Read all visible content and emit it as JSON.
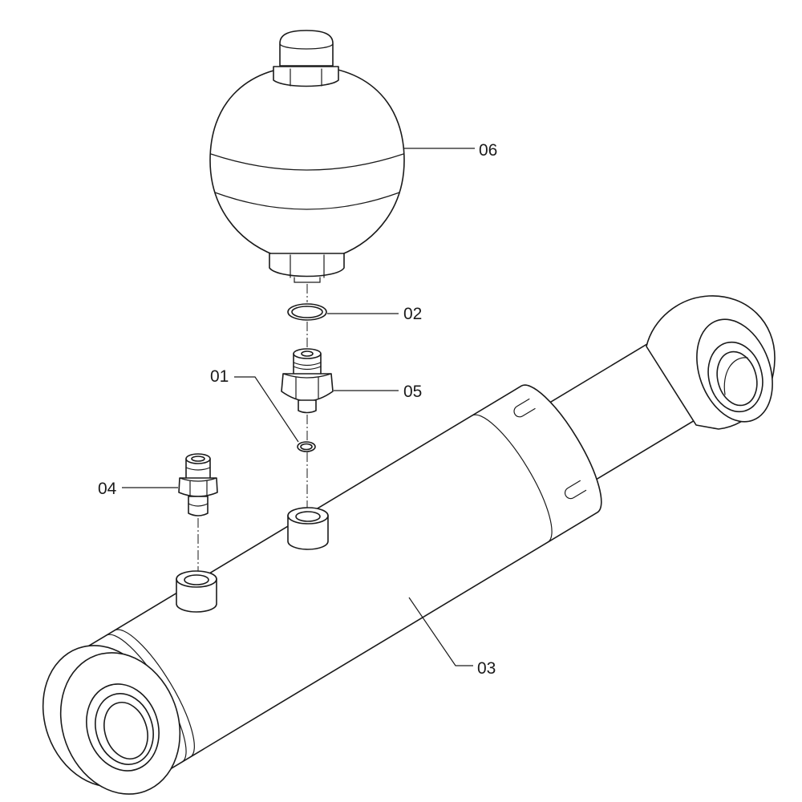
{
  "colors": {
    "ink": "#1a1a1a",
    "paper": "#ffffff"
  },
  "callouts": [
    {
      "label": "06"
    },
    {
      "label": "02"
    },
    {
      "label": "05"
    },
    {
      "label": "01"
    },
    {
      "label": "04"
    },
    {
      "label": "03"
    }
  ]
}
